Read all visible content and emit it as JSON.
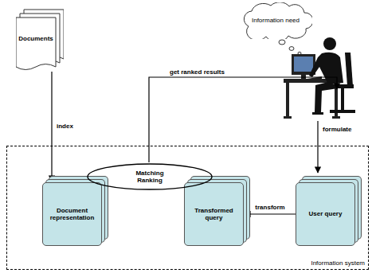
{
  "diagram": {
    "nodes": [
      {
        "text": [
          "Documents"
        ]
      },
      {
        "text": [
          "Information need"
        ]
      },
      {
        "text": [
          "Information system"
        ]
      },
      {
        "text": [
          "Document representation"
        ],
        "in": 2
      },
      {
        "text": [
          "Matching Ranking"
        ],
        "in": 2
      },
      {
        "text": [
          "Transformed query"
        ],
        "in": 2
      },
      {
        "text": [
          "User query"
        ],
        "in": 2
      }
    ],
    "edges": [
      {
        "from": 0,
        "to": 3,
        "arrow": "to",
        "label": "index"
      },
      {
        "from": 6,
        "to": 5,
        "arrow": "to",
        "label": "transform"
      }
    ],
    "labels": [
      "get ranked results",
      "formulate"
    ]
  }
}
